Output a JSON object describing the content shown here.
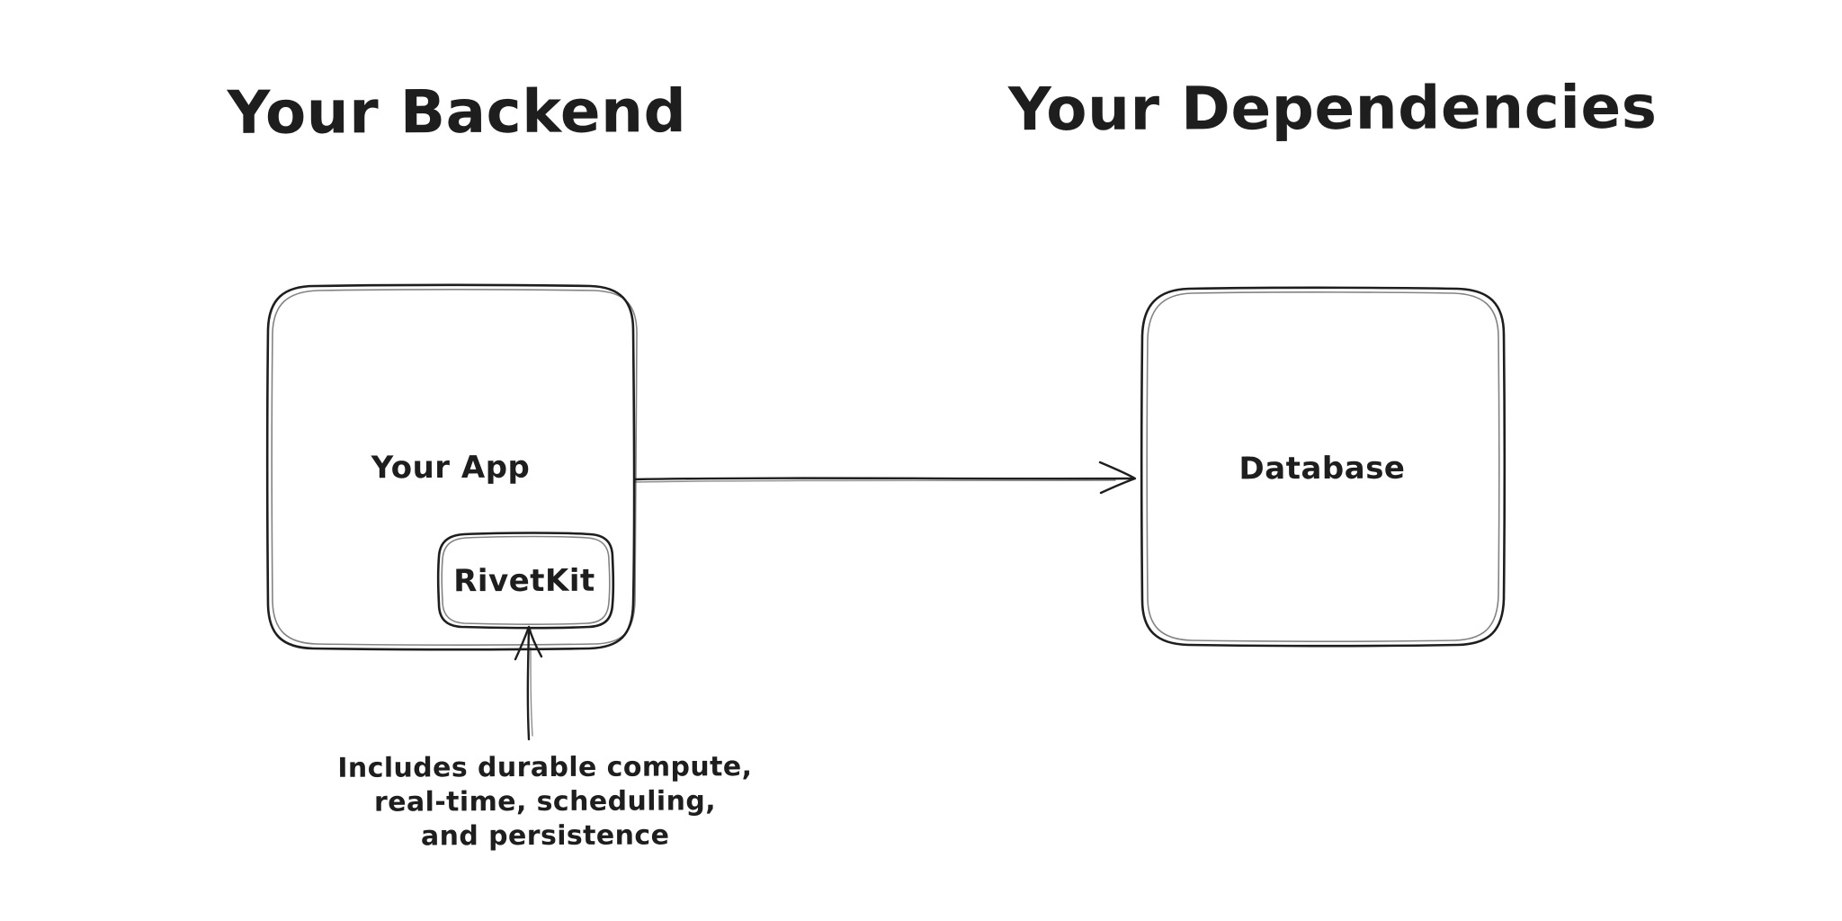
{
  "diagram": {
    "style": "hand-drawn-sketch",
    "background_color": "#ffffff",
    "stroke_color": "#1e1e1e",
    "sections": {
      "left_title": "Your Backend",
      "right_title": "Your Dependencies"
    },
    "nodes": {
      "your_app": {
        "label": "Your App",
        "section": "left"
      },
      "rivetkit": {
        "label": "RivetKit",
        "parent": "your_app"
      },
      "database": {
        "label": "Database",
        "section": "right"
      }
    },
    "edges": [
      {
        "from": "your_app",
        "to": "database",
        "type": "arrow"
      },
      {
        "from": "annotation",
        "to": "rivetkit",
        "type": "arrow"
      }
    ],
    "annotation": {
      "lines": [
        "Includes durable compute,",
        "real-time, scheduling,",
        "and persistence"
      ],
      "points_to": "rivetkit"
    }
  }
}
